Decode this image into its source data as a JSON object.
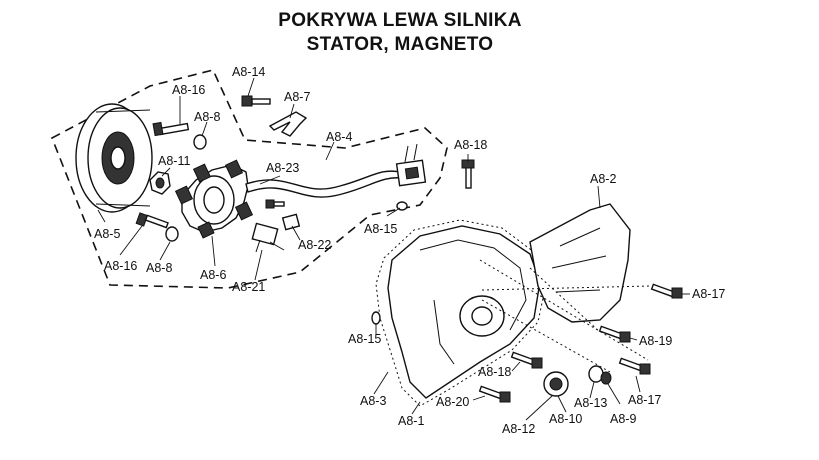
{
  "title": {
    "line1": "POKRYWA LEWA SILNIKA",
    "line2": "STATOR, MAGNETO"
  },
  "labels": {
    "a8_1": "A8-1",
    "a8_2": "A8-2",
    "a8_3": "A8-3",
    "a8_4": "A8-4",
    "a8_5": "A8-5",
    "a8_6": "A8-6",
    "a8_7": "A8-7",
    "a8_8_top": "A8-8",
    "a8_8_bottom": "A8-8",
    "a8_9": "A8-9",
    "a8_10": "A8-10",
    "a8_11": "A8-11",
    "a8_12": "A8-12",
    "a8_13": "A8-13",
    "a8_14": "A8-14",
    "a8_15_right": "A8-15",
    "a8_15_left": "A8-15",
    "a8_16_top": "A8-16",
    "a8_16_bottom": "A8-16",
    "a8_17_top": "A8-17",
    "a8_17_bottom": "A8-17",
    "a8_18_top": "A8-18",
    "a8_18_bottom": "A8-18",
    "a8_19": "A8-19",
    "a8_20": "A8-20",
    "a8_21": "A8-21",
    "a8_22": "A8-22",
    "a8_23": "A8-23"
  }
}
